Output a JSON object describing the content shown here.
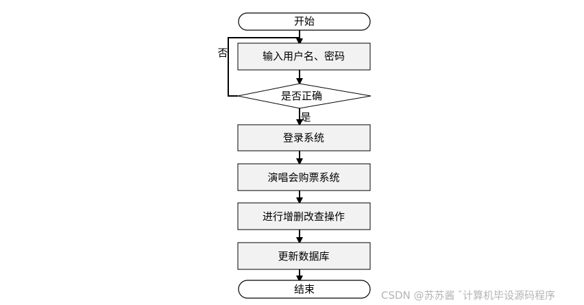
{
  "flowchart": {
    "start": "开始",
    "input": "输入用户名、密码",
    "decision": "是否正确",
    "no_label": "否",
    "yes_label": "是",
    "login": "登录系统",
    "ticket_system": "演唱会购票系统",
    "crud": "进行增删改查操作",
    "update_db": "更新数据库",
    "end": "结束"
  },
  "watermark": {
    "left": "CSDN @苏苏酱",
    "right": "ˇ计算机毕设源码程序"
  }
}
